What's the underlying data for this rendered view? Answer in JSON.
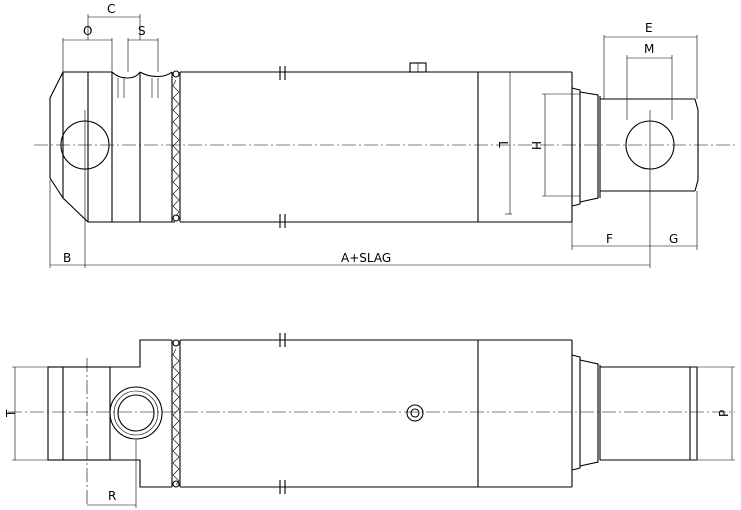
{
  "labels": {
    "O": "O",
    "C": "C",
    "S": "S",
    "E": "E",
    "M": "M",
    "L": "L",
    "H": "H",
    "B": "B",
    "A_SLAG": "A+SLAG",
    "F": "F",
    "G": "G",
    "T": "T",
    "R": "R",
    "P": "P"
  }
}
